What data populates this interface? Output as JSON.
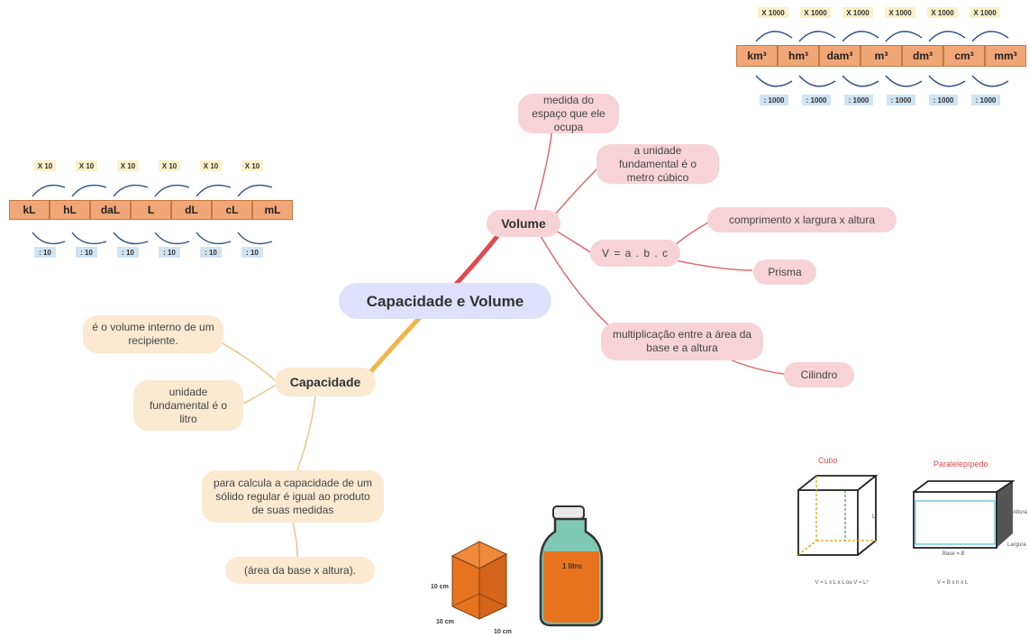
{
  "center": "Capacidade e Volume",
  "volume": {
    "title": "Volume",
    "definition": "medida do espaço que ele ocupa",
    "unit": "a unidade fundamental é o metro cúbico",
    "formula": "V = a . b . c",
    "dimensions": "comprimento x largura x altura",
    "prisma": "Prisma",
    "area_base": "multiplicação entre a área da base e a altura",
    "cilindro": "Cilindro"
  },
  "capacidade": {
    "title": "Capacidade",
    "definition": "é o volume interno de um recipiente.",
    "unit": "unidade fundamental é o litro",
    "rule": "para calcula a capacidade de um sólido regular é igual ao produto de suas medidas",
    "formula": "(área da base x altura)."
  },
  "liter_scale": {
    "units": [
      "kL",
      "hL",
      "daL",
      "L",
      "dL",
      "cL",
      "mL"
    ],
    "multiply": [
      "X 10",
      "X 10",
      "X 10",
      "X 10",
      "X 10",
      "X 10"
    ],
    "divide": [
      ": 10",
      ": 10",
      ": 10",
      ": 10",
      ": 10",
      ": 10"
    ]
  },
  "cubic_scale": {
    "units": [
      "km³",
      "hm³",
      "dam³",
      "m³",
      "dm³",
      "cm³",
      "mm³"
    ],
    "multiply": [
      "X 1000",
      "X 1000",
      "X 1000",
      "X 1000",
      "X 1000",
      "X 1000"
    ],
    "divide": [
      ": 1000",
      ": 1000",
      ": 1000",
      ": 1000",
      ": 1000",
      ": 1000"
    ]
  },
  "illustration": {
    "cube_dim_1": "10 cm",
    "cube_dim_2": "10 cm",
    "cube_dim_3": "10 cm",
    "bottle_label": "1 litro",
    "cubo_title": "Cubo",
    "cubo_formula": "V = L x L x L  ou  V = L³",
    "cubo_side": "L",
    "para_title": "Paralelepípedo",
    "para_altura": "Altura",
    "para_largura": "Largura",
    "para_base": "Base = B",
    "para_formula": "V = B x h x L"
  },
  "colors": {
    "volume_branch": "#e04a4e",
    "capacidade_branch": "#f0b54a",
    "pink_node": "#f7d3d8",
    "tan_node": "#fbe9d2",
    "center_node": "#dfe0fb",
    "unit_cell": "#f0a676"
  }
}
